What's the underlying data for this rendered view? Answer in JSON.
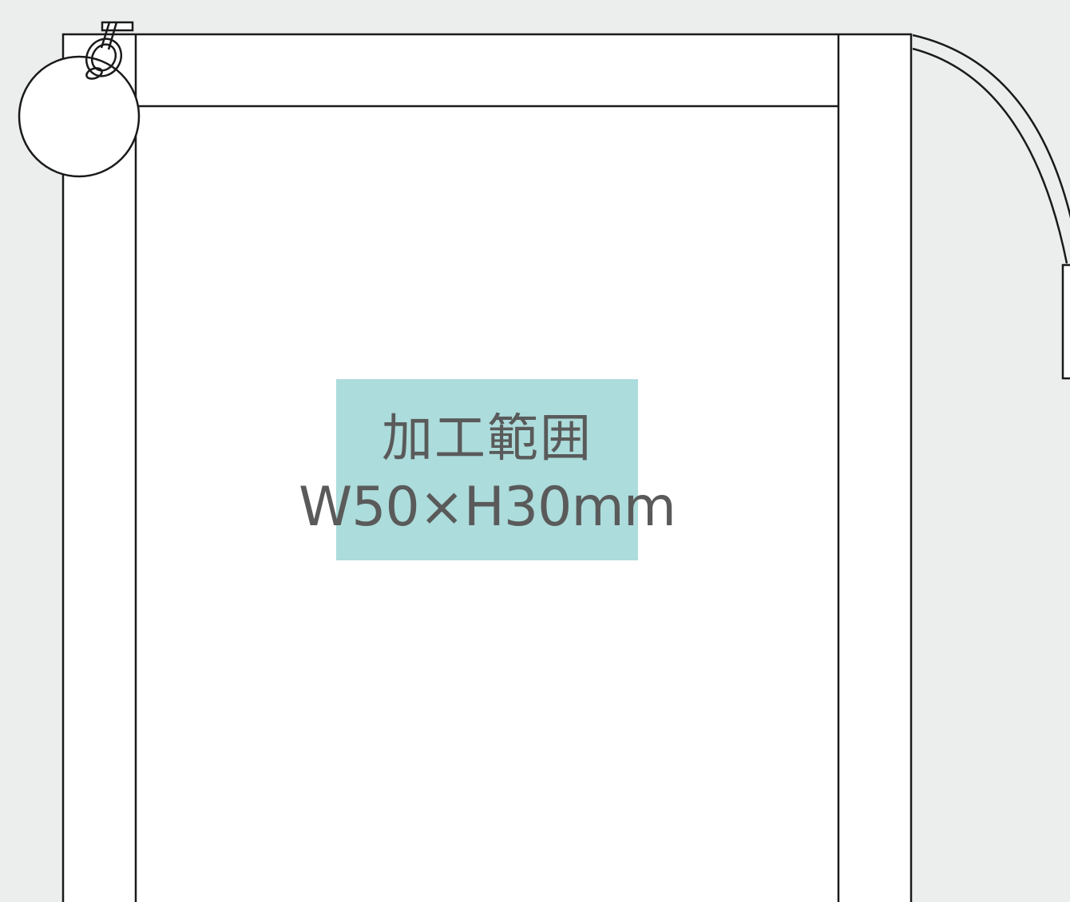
{
  "print_area": {
    "title": "加工範囲",
    "size": "W50×H30mm"
  },
  "colors": {
    "background": "#ebeeed",
    "product_fill": "#ffffff",
    "outline": "#1a1a1a",
    "print_area_fill": "#acdcdb",
    "label_text": "#5a5a5a"
  },
  "icons": {
    "tag": "round-charm-tag",
    "ring": "split-ring",
    "strap": "carry-strap"
  }
}
